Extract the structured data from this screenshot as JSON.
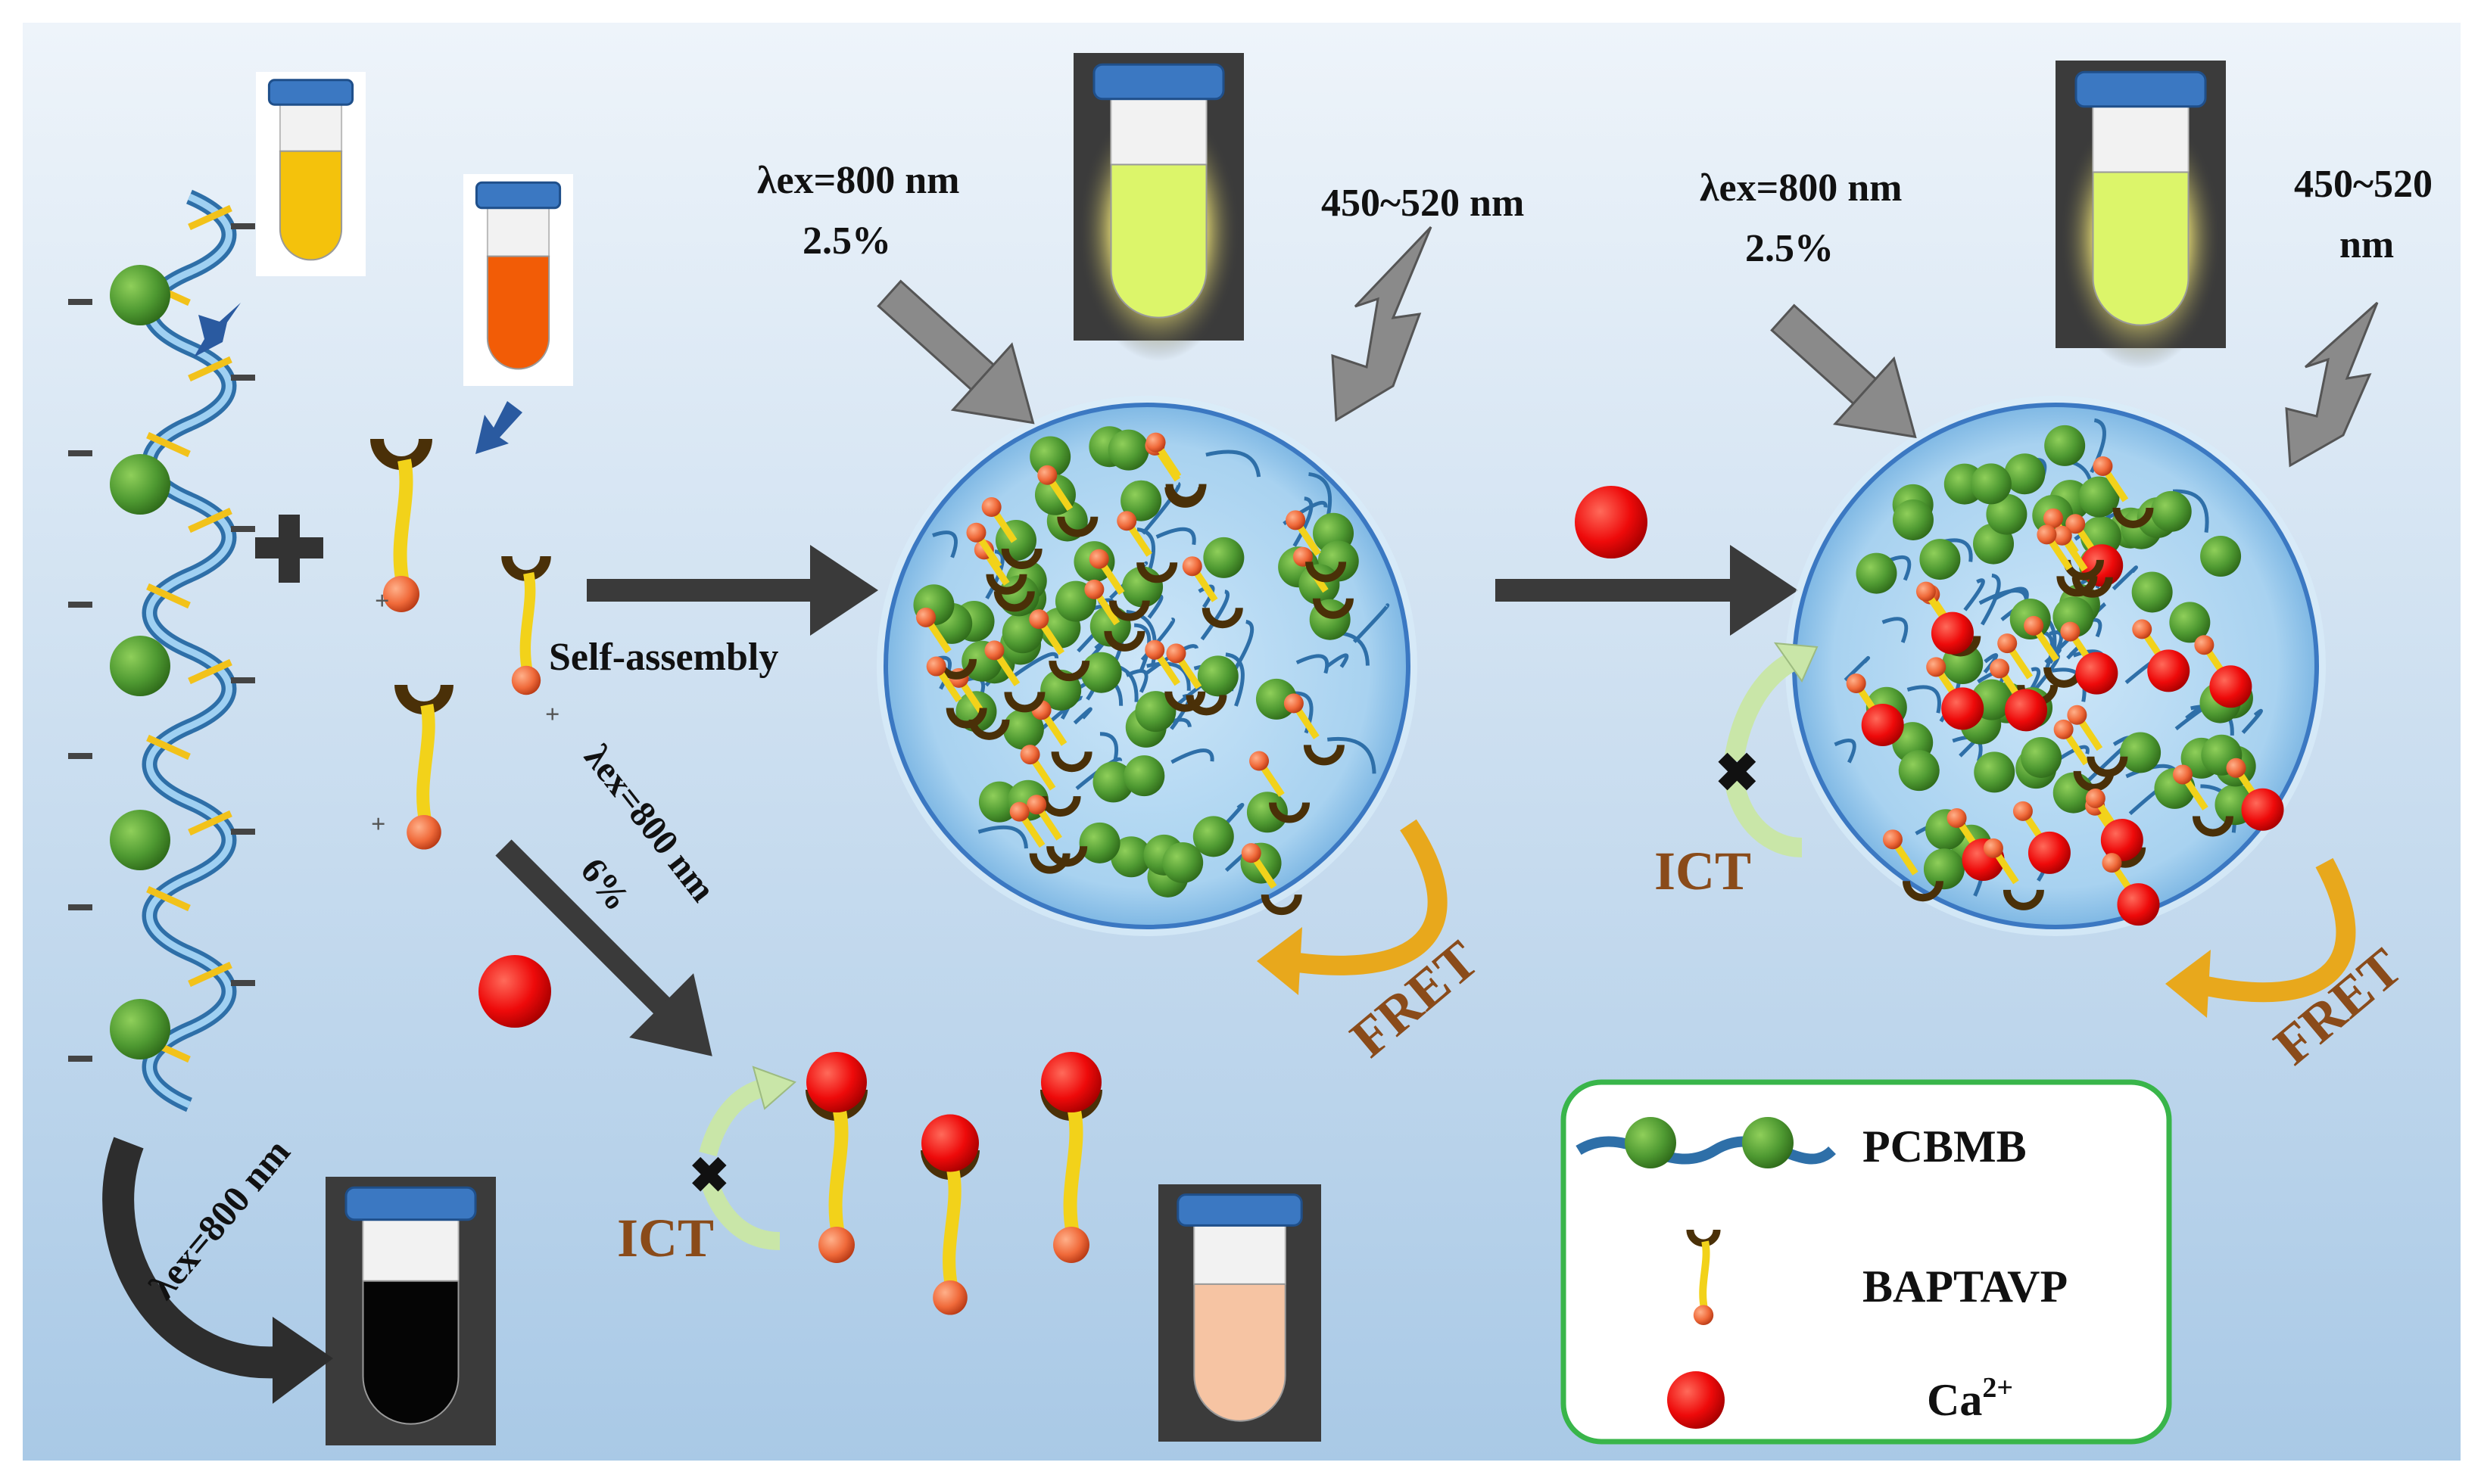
{
  "labels": {
    "self_assembly": "Self-assembly",
    "excitation_top": "λex=800 nm",
    "power_top": "2.5%",
    "emission_top": "450~520 nm",
    "excitation_right": "λex=800 nm",
    "power_right": "2.5%",
    "emission_right_1": "450~520",
    "emission_right_2": "nm",
    "excitation_diag": "λex=800 nm",
    "power_diag": "6%",
    "excitation_curve": "λex=800 nm",
    "fret_mid": "FRET",
    "fret_right": "FRET",
    "ict_bottom": "ICT",
    "ict_right": "ICT"
  },
  "legend": {
    "pcbmb": "PCBMB",
    "baptavp": "BAPTAVP",
    "ca_base": "Ca",
    "ca_sup": "2+"
  },
  "vials": [
    {
      "name": "yellow-solution",
      "liquid": "#f4c20c",
      "glow": false
    },
    {
      "name": "orange-solution",
      "liquid": "#f25c06",
      "glow": false
    },
    {
      "name": "green-emission",
      "liquid": "#dcf56a",
      "glow": true
    },
    {
      "name": "green-emission-2",
      "liquid": "#dcf56a",
      "glow": true
    },
    {
      "name": "dark-no-emission",
      "liquid": "#050505",
      "glow": false
    },
    {
      "name": "peach-solution",
      "liquid": "#f6c4a3",
      "glow": false
    }
  ],
  "colors": {
    "background_top": "#e9f1f8",
    "background_bottom": "#a9c9e6",
    "polymer_bead": "#4f9a32",
    "cap": "#3b78c2",
    "calcium": "#e8000a",
    "legend_border": "#39b54a",
    "label_brown": "#8a4b1a",
    "arrow_dark": "#3a3a3a",
    "fret_arrow": "#e8a81c"
  }
}
